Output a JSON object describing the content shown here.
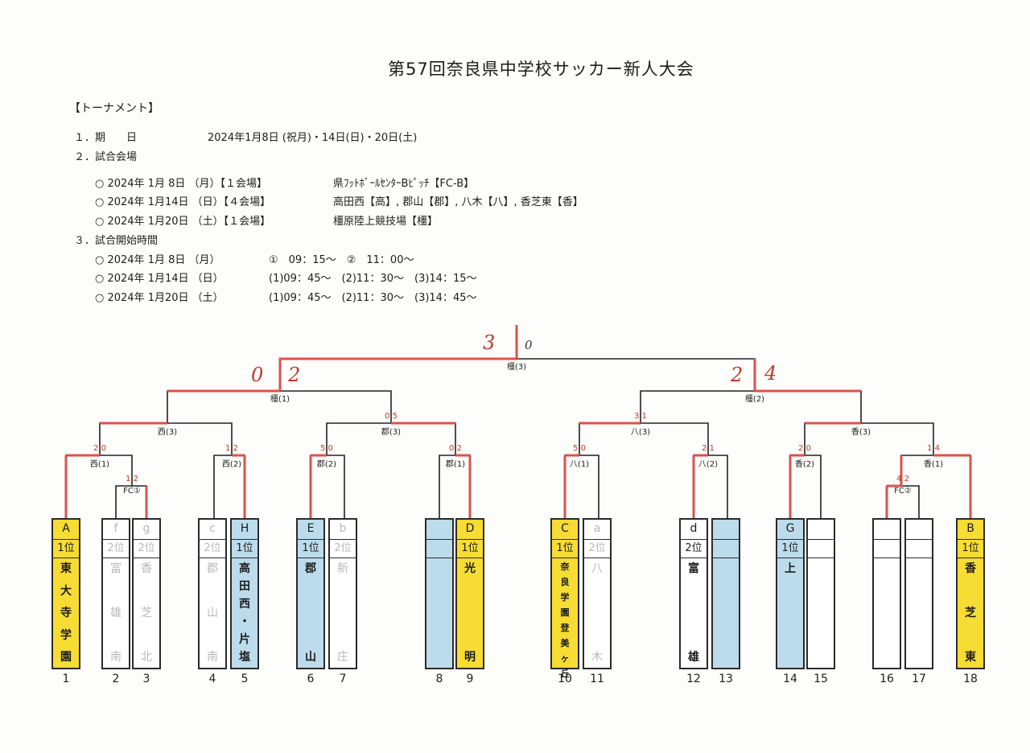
{
  "title": "第57回奈良県中学校サッカー新人大会",
  "section": "【トーナメント】",
  "items": {
    "i1_label": "１．期　　日",
    "i1_value": "2024年1月8日 (祝月)・14日(日)・20日(土)",
    "i2_label": "２．試合会場",
    "venues": [
      {
        "date": "○ 2024年 1月 8日 （月）【１会場】",
        "place": "県ﾌｯﾄﾎﾞｰﾙｾﾝﾀｰBﾋﾟｯﾁ【FC-B】"
      },
      {
        "date": "○ 2024年 1月14日 （日）【４会場】",
        "place": "高田西【高】, 郡山【郡】, 八木【八】, 香芝東【香】"
      },
      {
        "date": "○ 2024年 1月20日 （土）【１会場】",
        "place": "橿原陸上競技場【橿】"
      }
    ],
    "i3_label": "３．試合開始時間",
    "times": [
      {
        "date": "○ 2024年 1月 8日 （月）",
        "slots": "①　09：15～　②　11：00～"
      },
      {
        "date": "○ 2024年 1月14日 （日）",
        "slots": "(1)09：45～　(2)11：30～　(3)14：15～"
      },
      {
        "date": "○ 2024年 1月20日 （土）",
        "slots": "(1)09：45～　(2)11：30～　(3)14：45～"
      }
    ]
  },
  "handwriting": {
    "final_left": "3",
    "final_right": "0",
    "semi_left_a": "0",
    "semi_left_b": "2",
    "semi_right_a": "2",
    "semi_right_b": "4"
  },
  "venues_bracket": [
    {
      "label": "橿(3)"
    },
    {
      "label": "橿(1)"
    },
    {
      "label": "橿(2)"
    },
    {
      "label": "西(3)"
    },
    {
      "label": "郡(3)"
    },
    {
      "label": "八(3)"
    },
    {
      "label": "香(3)"
    },
    {
      "label": "西(1)"
    },
    {
      "label": "西(2)"
    },
    {
      "label": "郡(2)"
    },
    {
      "label": "郡(1)"
    },
    {
      "label": "八(1)"
    },
    {
      "label": "八(2)"
    },
    {
      "label": "香(2)"
    },
    {
      "label": "香(1)"
    },
    {
      "label": "FC①"
    },
    {
      "label": "FC②"
    }
  ],
  "scores": [
    {
      "text": "0 5"
    },
    {
      "text": "3 1"
    },
    {
      "text": "2 0"
    },
    {
      "text": "1 2"
    },
    {
      "text": "5 0"
    },
    {
      "text": "0 2"
    },
    {
      "text": "5 0"
    },
    {
      "text": "2 1"
    },
    {
      "text": "2 0"
    },
    {
      "text": "1 4"
    },
    {
      "text": "1 2"
    },
    {
      "text": "4 2"
    }
  ],
  "teams": [
    {
      "number": "1",
      "code": "A",
      "rank": "1位",
      "name": [
        "東",
        "大",
        "寺",
        "学",
        "園"
      ],
      "color": "yellow"
    },
    {
      "number": "2",
      "code": "f",
      "rank": "2位",
      "name": [
        "富",
        "雄",
        "南"
      ],
      "color": "faded"
    },
    {
      "number": "3",
      "code": "g",
      "rank": "2位",
      "name": [
        "香",
        "芝",
        "北"
      ],
      "color": "faded"
    },
    {
      "number": "4",
      "code": "c",
      "rank": "2位",
      "name": [
        "郡",
        "山",
        "南"
      ],
      "color": "faded"
    },
    {
      "number": "5",
      "code": "H",
      "rank": "1位",
      "name": [
        "高",
        "田",
        "西",
        "・",
        "片",
        "塩"
      ],
      "color": "blue"
    },
    {
      "number": "6",
      "code": "E",
      "rank": "1位",
      "name": [
        "郡",
        "山"
      ],
      "color": "blue"
    },
    {
      "number": "7",
      "code": "b",
      "rank": "2位",
      "name": [
        "新",
        "庄"
      ],
      "color": "faded"
    },
    {
      "number": "8",
      "code": "",
      "rank": "",
      "name": [],
      "color": "blue"
    },
    {
      "number": "9",
      "code": "D",
      "rank": "1位",
      "name": [
        "光",
        "明"
      ],
      "color": "yellow"
    },
    {
      "number": "10",
      "code": "C",
      "rank": "1位",
      "name": [
        "奈",
        "良",
        "学",
        "園",
        "登",
        "美",
        "ヶ",
        "丘"
      ],
      "color": "yellow",
      "small": true
    },
    {
      "number": "11",
      "code": "a",
      "rank": "2位",
      "name": [
        "八",
        "木"
      ],
      "color": "faded"
    },
    {
      "number": "12",
      "code": "d",
      "rank": "2位",
      "name": [
        "富",
        "雄"
      ],
      "color": "white"
    },
    {
      "number": "13",
      "code": "",
      "rank": "",
      "name": [],
      "color": "blue"
    },
    {
      "number": "14",
      "code": "G",
      "rank": "1位",
      "name": [
        "上"
      ],
      "color": "blue"
    },
    {
      "number": "15",
      "code": "",
      "rank": "",
      "name": [],
      "color": "white"
    },
    {
      "number": "16",
      "code": "",
      "rank": "",
      "name": [],
      "color": "white"
    },
    {
      "number": "17",
      "code": "",
      "rank": "",
      "name": [],
      "color": "white"
    },
    {
      "number": "18",
      "code": "B",
      "rank": "1位",
      "name": [
        "香",
        "芝",
        "東"
      ],
      "color": "yellow"
    }
  ],
  "colors": {
    "winner_line": "#d9534f",
    "yellow": "#f7dc33",
    "blue": "#bcdcec"
  }
}
